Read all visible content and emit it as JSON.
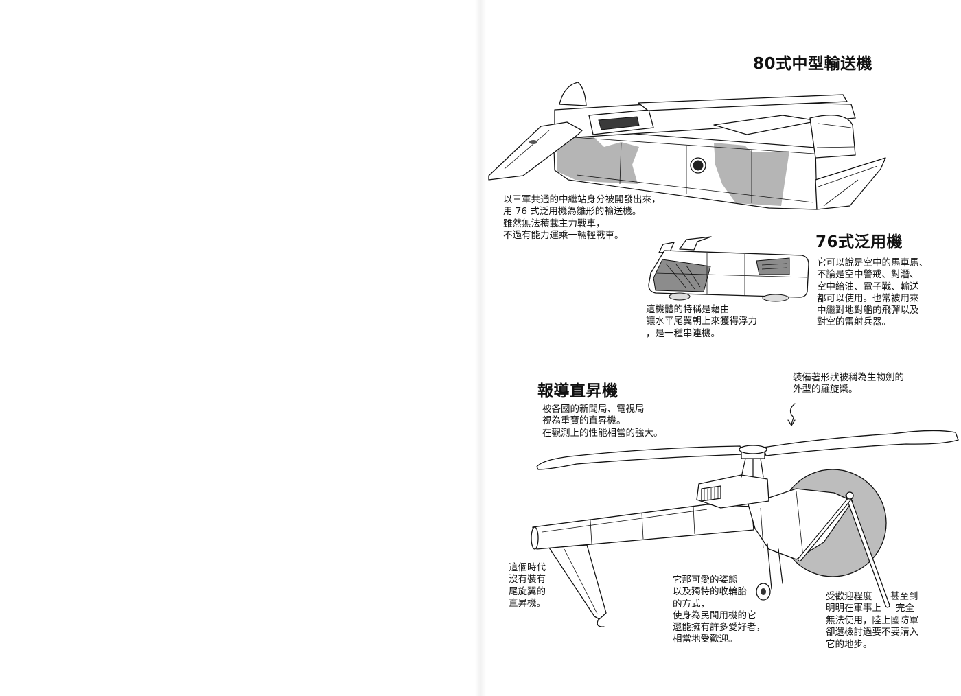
{
  "colors": {
    "paper": "#ffffff",
    "ink": "#111111",
    "camo": "#b5b5b5"
  },
  "transport": {
    "title": "80式中型輸送機",
    "caption": [
      "以三軍共通的中繼站身分被開發出來，",
      "用 76 式泛用機為雛形的輸送機。",
      "雖然無法積載主力戰車，",
      "不過有能力運乘一輛輕戰車。"
    ]
  },
  "utility": {
    "title": "76式泛用機",
    "description": [
      "它可以說是空中的馬車馬、",
      "不論是空中警戒、對潛、",
      "空中給油、電子戰、輸送",
      "都可以使用。也常被用來",
      "中繼對地對艦的飛彈以及",
      "對空的雷射兵器。"
    ],
    "note": [
      "這機體的特稱是藉由",
      "讓水平尾翼朝上來獲得浮力",
      "，是一種串連機。"
    ]
  },
  "helicopter": {
    "title": "報導直昇機",
    "rotor_note": [
      "裝備著形狀被稱為生物劍的",
      "外型的羅旋槳。"
    ],
    "intro": [
      "被各國的新聞局、電視局",
      "視為重寶的直昇機。",
      "在觀測上的性能相當的強大。"
    ],
    "tail_note": [
      "這個時代",
      "沒有裝有",
      "尾旋翼的",
      "直昇機。"
    ],
    "style_note": [
      "它那可愛的姿態",
      "以及獨特的收輪胎",
      "的方式，",
      "使身為民間用機的它",
      "還能擁有許多愛好者，",
      "相當地受歡迎。"
    ],
    "popularity_note": {
      "line1_left": "受歡迎程度",
      "line1_right": "甚至到",
      "line2_left": "明明在軍事上",
      "line2_right": "完全",
      "lines": [
        "無法使用，陸上國防軍",
        "卻還檢討過要不要購入",
        "它的地步。"
      ]
    }
  }
}
